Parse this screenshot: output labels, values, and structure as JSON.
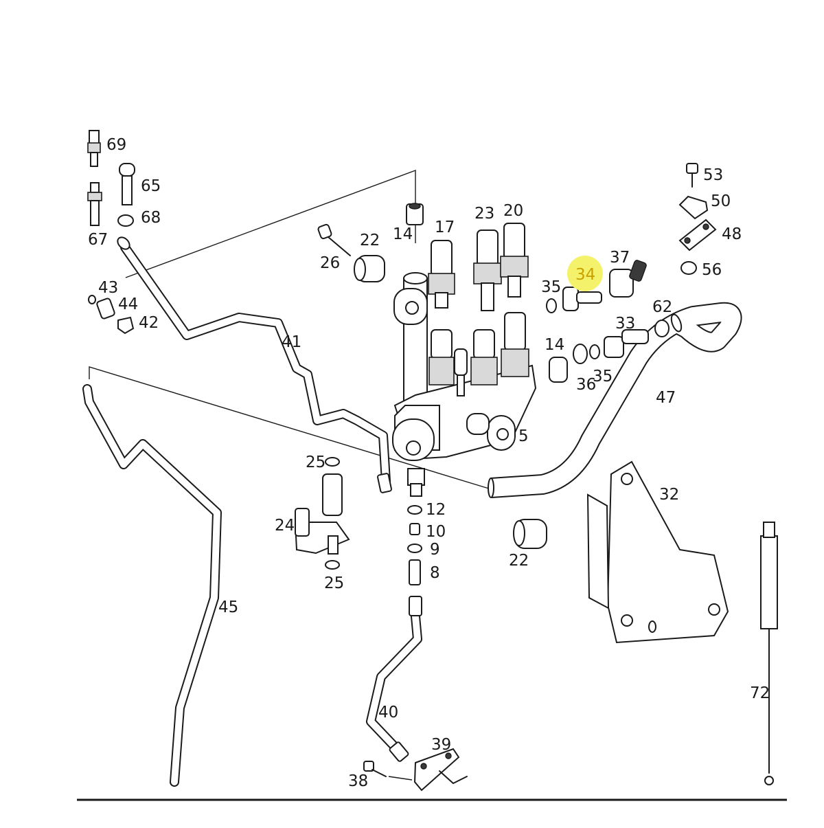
{
  "diagram": {
    "highlight_color": "#f4f26a",
    "line_color": "#1a1a1a",
    "callouts": [
      {
        "id": "69",
        "label": "69"
      },
      {
        "id": "65",
        "label": "65"
      },
      {
        "id": "68",
        "label": "68"
      },
      {
        "id": "67",
        "label": "67"
      },
      {
        "id": "43",
        "label": "43"
      },
      {
        "id": "44",
        "label": "44"
      },
      {
        "id": "42",
        "label": "42"
      },
      {
        "id": "41",
        "label": "41"
      },
      {
        "id": "26",
        "label": "26"
      },
      {
        "id": "22a",
        "label": "22"
      },
      {
        "id": "14a",
        "label": "14"
      },
      {
        "id": "17",
        "label": "17"
      },
      {
        "id": "23",
        "label": "23"
      },
      {
        "id": "20",
        "label": "20"
      },
      {
        "id": "35a",
        "label": "35"
      },
      {
        "id": "34",
        "label": "34",
        "highlighted": true
      },
      {
        "id": "37",
        "label": "37"
      },
      {
        "id": "53",
        "label": "53"
      },
      {
        "id": "50",
        "label": "50"
      },
      {
        "id": "48",
        "label": "48"
      },
      {
        "id": "56",
        "label": "56"
      },
      {
        "id": "62",
        "label": "62"
      },
      {
        "id": "33",
        "label": "33"
      },
      {
        "id": "14b",
        "label": "14"
      },
      {
        "id": "36",
        "label": "36"
      },
      {
        "id": "35b",
        "label": "35"
      },
      {
        "id": "47",
        "label": "47"
      },
      {
        "id": "5",
        "label": "5"
      },
      {
        "id": "32",
        "label": "32"
      },
      {
        "id": "25a",
        "label": "25"
      },
      {
        "id": "24",
        "label": "24"
      },
      {
        "id": "25b",
        "label": "25"
      },
      {
        "id": "12",
        "label": "12"
      },
      {
        "id": "10",
        "label": "10"
      },
      {
        "id": "9",
        "label": "9"
      },
      {
        "id": "8",
        "label": "8"
      },
      {
        "id": "22b",
        "label": "22"
      },
      {
        "id": "45",
        "label": "45"
      },
      {
        "id": "40",
        "label": "40"
      },
      {
        "id": "39",
        "label": "39"
      },
      {
        "id": "38",
        "label": "38"
      },
      {
        "id": "72",
        "label": "72"
      }
    ]
  }
}
